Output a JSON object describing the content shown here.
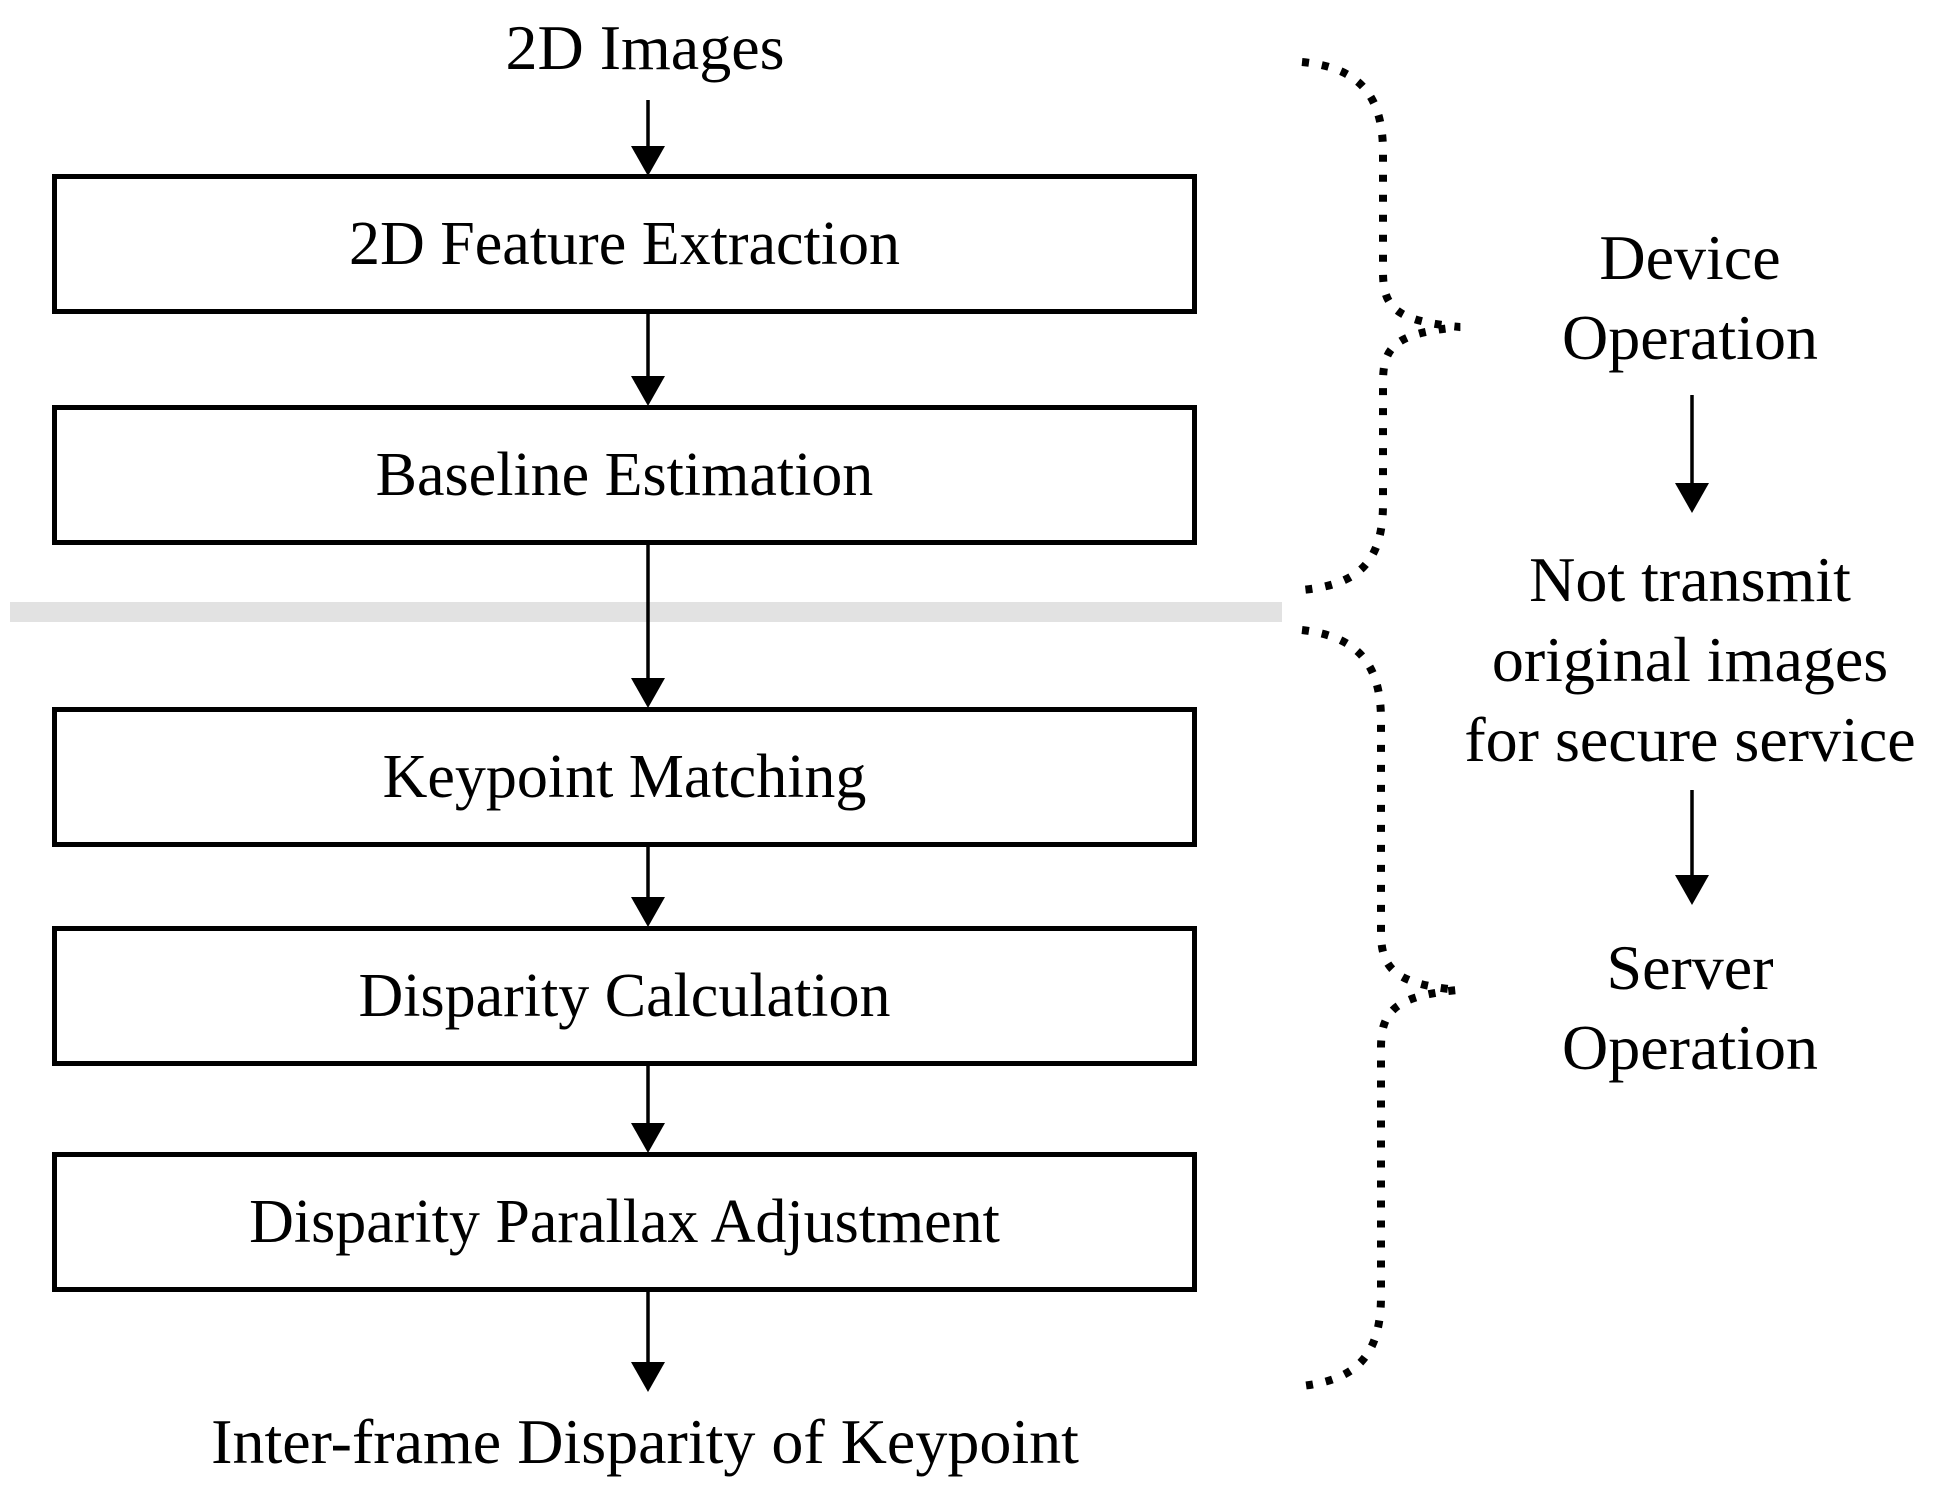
{
  "diagram": {
    "input_label": "2D Images",
    "boxes": [
      {
        "label": "2D Feature Extraction"
      },
      {
        "label": "Baseline Estimation"
      },
      {
        "label": "Keypoint Matching"
      },
      {
        "label": "Disparity Calculation"
      },
      {
        "label": "Disparity Parallax Adjustment"
      }
    ],
    "output_label": "Inter-frame Disparity of Keypoint"
  },
  "annotations": {
    "device_operation": {
      "line1": "Device",
      "line2": "Operation"
    },
    "security_note": {
      "line1": "Not transmit",
      "line2": "original images",
      "line3": "for secure service"
    },
    "server_operation": {
      "line1": "Server",
      "line2": "Operation"
    }
  },
  "colors": {
    "ink": "#000000",
    "divider": "#e2e2e2",
    "background": "#ffffff"
  }
}
